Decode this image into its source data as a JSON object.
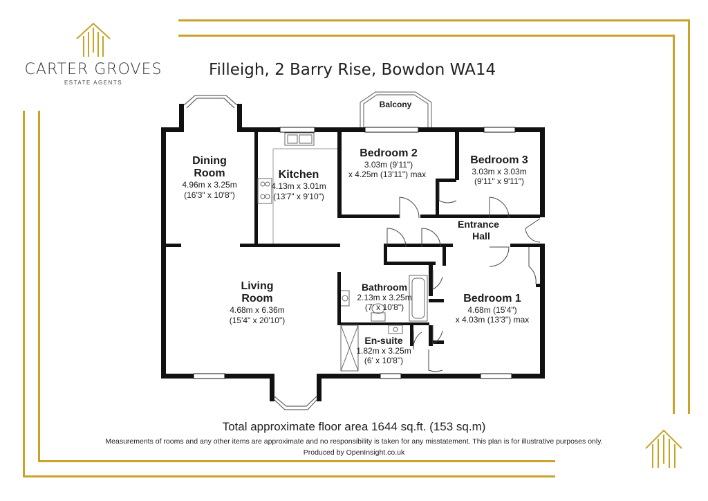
{
  "brand": {
    "name": "CARTER GROVES",
    "subtitle": "ESTATE AGENTS",
    "accent_color": "#c9a227"
  },
  "title": "Filleigh, 2 Barry Rise, Bowdon WA14",
  "rooms": {
    "dining": {
      "name_line1": "Dining",
      "name_line2": "Room",
      "dim_metric": "4.96m x 3.25m",
      "dim_imperial": "(16'3\" x 10'8\")"
    },
    "kitchen": {
      "name": "Kitchen",
      "dim_metric": "4.13m x 3.01m",
      "dim_imperial": "(13'7\" x 9'10\")"
    },
    "bedroom2": {
      "name": "Bedroom 2",
      "dim_metric": "3.03m (9'11\")",
      "dim_imperial": "x 4.25m (13'11\") max"
    },
    "bedroom3": {
      "name": "Bedroom 3",
      "dim_metric": "3.03m x 3.03m",
      "dim_imperial": "(9'11\" x 9'11\")"
    },
    "entrance": {
      "name_line1": "Entrance",
      "name_line2": "Hall"
    },
    "living": {
      "name_line1": "Living",
      "name_line2": "Room",
      "dim_metric": "4.68m x 6.36m",
      "dim_imperial": "(15'4\" x 20'10\")"
    },
    "bathroom": {
      "name": "Bathroom",
      "dim_metric": "2.13m x 3.25m",
      "dim_imperial": "(7' x 10'8\")"
    },
    "bedroom1": {
      "name": "Bedroom 1",
      "dim_metric": "4.68m (15'4\")",
      "dim_imperial": "x 4.03m (13'3\") max"
    },
    "ensuite": {
      "name": "En-suite",
      "dim_metric": "1.82m x 3.25m",
      "dim_imperial": "(6' x 10'8\")"
    },
    "balcony": {
      "name": "Balcony"
    }
  },
  "footer": {
    "total_area": "Total approximate floor area 1644 sq.ft. (153 sq.m)",
    "disclaimer": "Measurements of rooms and any other items are approximate and no responsibility is taken for any misstatement. This plan is for illustrative purposes only.",
    "produced_by": "Produced by OpenInsight.co.uk"
  }
}
